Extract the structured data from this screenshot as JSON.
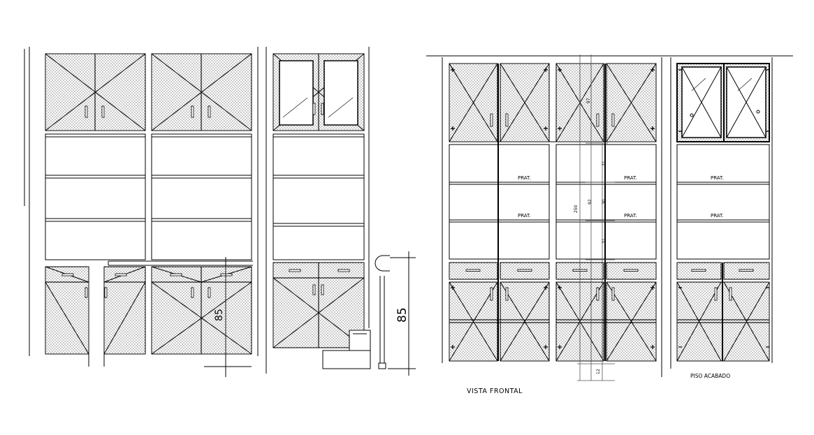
{
  "labels": {
    "view_title": "VISTA FRONTAL",
    "floor_label": "PISO ACABADO",
    "shelf_label": "PRAT.",
    "dim_height_right": "85",
    "dim_height_left": "85",
    "dim_250": "250",
    "dim_92": "92",
    "dim_97": "97",
    "dim_31a": "31",
    "dim_30": "30",
    "dim_31b": "31",
    "dim_12": "12"
  },
  "colors": {
    "line": "#000000",
    "background": "#ffffff"
  }
}
